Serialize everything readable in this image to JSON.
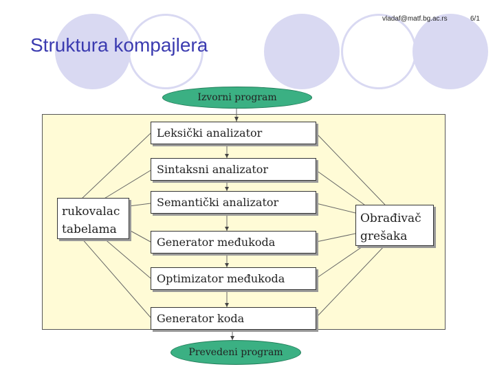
{
  "header": {
    "email": "vladaf@matf.bg.ac.rs",
    "page": "6/1"
  },
  "slide": {
    "title": "Struktura kompajlera"
  },
  "diagram": {
    "input": "Izvorni program",
    "stages": [
      "Leksički analizator",
      "Sintaksni analizator",
      "Semantički analizator",
      "Generator međukoda",
      "Optimizator međukoda",
      "Generator koda"
    ],
    "left_box": [
      "rukovalac",
      "tabelama"
    ],
    "right_box": [
      "Obrađivač",
      "grešaka"
    ],
    "output": "Prevedeni program"
  },
  "colors": {
    "title": "#3b3bb0",
    "panel": "#fffbd6",
    "ellipse": "#3bb083",
    "circles": "#d9d9f2"
  }
}
